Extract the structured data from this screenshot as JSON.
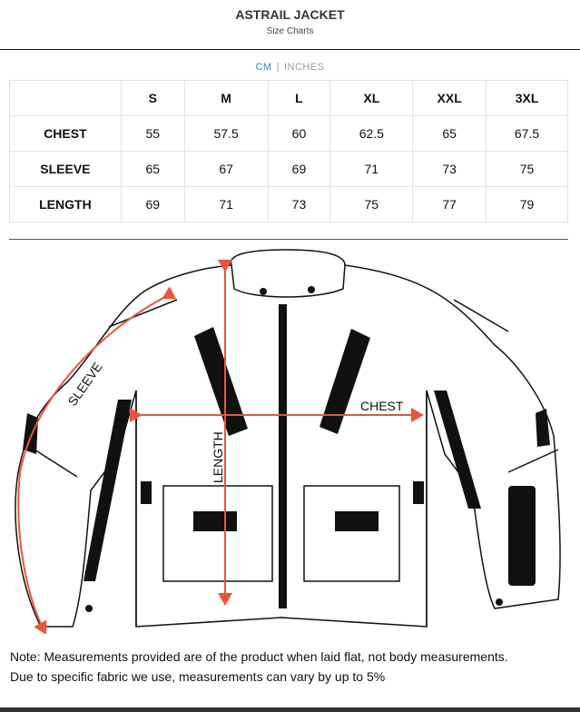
{
  "header": {
    "title": "ASTRAIL JACKET",
    "subtitle": "Size Charts"
  },
  "units": {
    "active": "CM",
    "separator": "|",
    "other": "INCHES",
    "active_color": "#2a8ae0"
  },
  "table": {
    "columns": [
      "S",
      "M",
      "L",
      "XL",
      "XXL",
      "3XL"
    ],
    "rows": [
      {
        "label": "CHEST",
        "values": [
          "55",
          "57.5",
          "60",
          "62.5",
          "65",
          "67.5"
        ]
      },
      {
        "label": "SLEEVE",
        "values": [
          "65",
          "67",
          "69",
          "71",
          "73",
          "75"
        ]
      },
      {
        "label": "LENGTH",
        "values": [
          "69",
          "71",
          "73",
          "75",
          "77",
          "79"
        ]
      }
    ]
  },
  "diagram": {
    "sleeve_label": "SLEEVE",
    "length_label": "LENGTH",
    "chest_label": "CHEST",
    "arrow_color": "#e8553b"
  },
  "notes": [
    "Note: Measurements provided are of the product when laid flat, not body measurements.",
    "Due to specific fabric we use, measurements can vary by up to 5%"
  ]
}
